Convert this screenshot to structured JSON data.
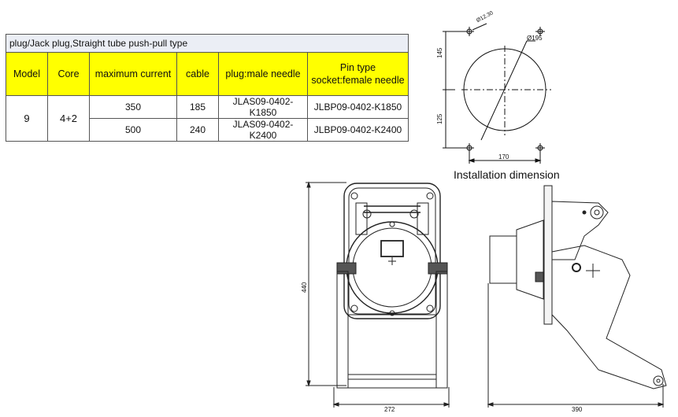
{
  "spec_table": {
    "title": "plug/Jack plug,Straight tube push-pull type",
    "headers": [
      "Model",
      "Core",
      "maximum current",
      "cable",
      "plug:male needle",
      "Pin type socket:female needle"
    ],
    "model": "9",
    "core": "4+2",
    "rows": [
      {
        "current": "350",
        "cable": "185",
        "plug": "JLAS09-0402-K1850",
        "socket": "JLBP09-0402-K1850"
      },
      {
        "current": "500",
        "cable": "240",
        "plug": "JLAS09-0402-K2400",
        "socket": "JLBP09-0402-K2400"
      }
    ],
    "header_color": "#ffff00",
    "title_bg": "#ebeef5"
  },
  "installation": {
    "caption": "Installation dimension",
    "hole_label": "Ø12.30",
    "circle_label": "Ø195",
    "dim_top": "145",
    "dim_bottom": "125",
    "dim_width": "170"
  },
  "front_view": {
    "dim_height": "440",
    "dim_width": "272"
  },
  "side_view": {
    "dim_width": "390"
  }
}
